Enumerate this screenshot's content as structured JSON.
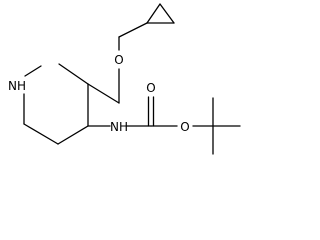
{
  "molecule": {
    "atoms": {
      "NH": "NH",
      "O_ether": "O",
      "NH_carbamate": "NH",
      "O_carbonyl": "O",
      "O_ester": "O"
    }
  },
  "colors": {
    "bond": "#000000",
    "label": "#000000",
    "background": "#ffffff"
  }
}
